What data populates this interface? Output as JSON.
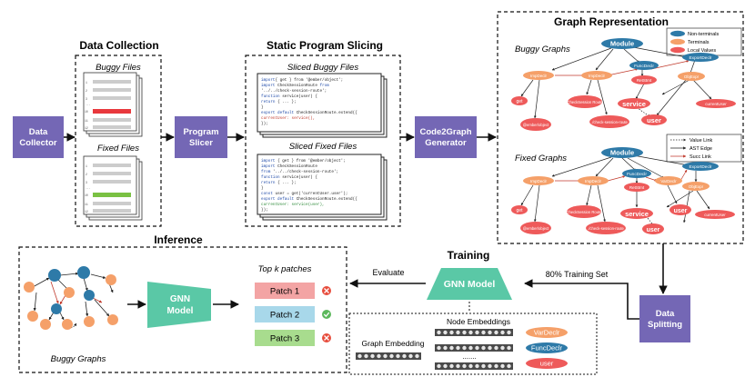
{
  "sections": {
    "data_collection": "Data Collection",
    "static_slicing": "Static Program Slicing",
    "graph_representation": "Graph Representation",
    "inference": "Inference",
    "training": "Training"
  },
  "boxes": {
    "data_collector": [
      "Data",
      "Collector"
    ],
    "program_slicer": [
      "Program",
      "Slicer"
    ],
    "code2graph": [
      "Code2Graph",
      "Generator"
    ],
    "data_splitting": [
      "Data",
      "Splitting"
    ],
    "gnn_training": "GNN Model",
    "gnn_inference": [
      "GNN",
      "Model"
    ]
  },
  "file_labels": {
    "buggy_files": "Buggy Files",
    "fixed_files": "Fixed Files",
    "sliced_buggy": "Sliced Buggy Files",
    "sliced_fixed": "Sliced Fixed Files"
  },
  "line_numbers": [
    "1",
    "2",
    "3",
    "...",
    "10",
    "11",
    "12"
  ],
  "code": {
    "buggy": [
      "import { get } from '@ember/object';",
      "import CheckSessionRoute from",
      "'../../check-session-route';",
      "function service(user) {",
      "    return { ... };",
      "}",
      "export default CheckSessionRoute.extend({",
      "    currentUser: service(),",
      "});"
    ],
    "fixed": [
      "import { get } from '@ember/object';",
      "import CheckSessionRoute",
      "from '../../check-session-route';",
      "function service(user) {",
      "    return { ... };",
      "}",
      "const user = get('currentUser.user');",
      "export default CheckSessionRoute.extend({",
      "    currentUser: service(user),",
      "});"
    ]
  },
  "graphs": {
    "buggy_title": "Buggy Graphs",
    "fixed_title": "Fixed Graphs",
    "buggy_nodes": {
      "module": "Module",
      "impdecl1": "ImpDeclr",
      "impdecl2": "ImpDeclr",
      "funcdecl": "FuncDeclr",
      "exportdecl": "ExportDeclr",
      "objexpr": "ObjExpr",
      "retstmt": "RetStmt",
      "get": "get",
      "ember": "@ember/object",
      "csroute": "CheckSession Route",
      "cspath": "./check-session-route",
      "service": "service",
      "user": "user",
      "currentuser": "currentUser"
    },
    "fixed_nodes": {
      "module": "Module",
      "impdecl1": "ImpDeclr",
      "impdecl2": "ImpDeclr",
      "funcdecl": "FuncDeclr",
      "vardecl": "VarDeclr",
      "exportdecl": "ExportDeclr",
      "objexpr": "ObjExpr",
      "retstmt": "RetStmt",
      "get": "get",
      "ember": "@ember/object",
      "csroute": "CheckSession Route",
      "cspath": "./check-session-route",
      "service": "service",
      "user1": "user",
      "user2": "user",
      "currentuser": "currentUser"
    },
    "legend_nodes": [
      "Non-terminals",
      "Terminals",
      "Local Values"
    ],
    "legend_edges": [
      "Value Link",
      "AST Edge",
      "Succ Link"
    ]
  },
  "labels": {
    "training_set": "80% Training Set",
    "evaluate": "Evaluate",
    "top_k": "Top k patches",
    "node_embeddings": "Node Embeddings",
    "graph_embedding": "Graph Embedding",
    "buggy_graphs": "Buggy Graphs",
    "embedding_dots": "......."
  },
  "patches": [
    "Patch 1",
    "Patch 2",
    "Patch 3"
  ],
  "embedding_nodes": [
    "VarDeclr",
    "FuncDeclr",
    "user"
  ],
  "colors": {
    "box_purple": "#7467b5",
    "teal": "#5ac8a6",
    "nonterminal": "#2e7aa8",
    "terminal": "#f5a069",
    "local_value": "#ee5a5a",
    "patch1": "#f3a4a4",
    "patch2": "#a8d8ea",
    "patch3": "#a8dc8e"
  }
}
